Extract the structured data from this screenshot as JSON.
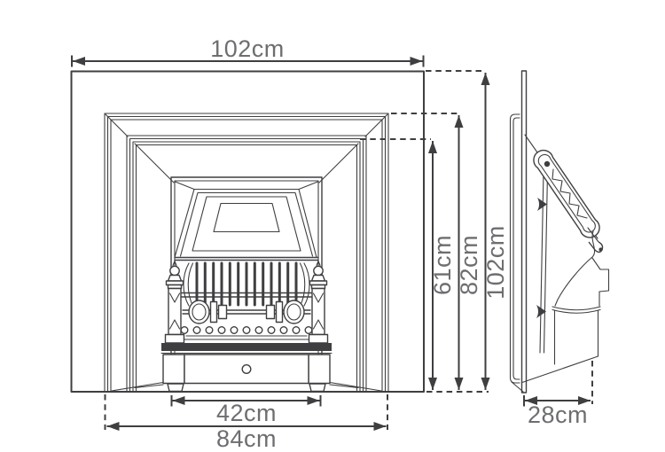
{
  "diagram": {
    "type": "fireplace-insert-dimension-drawing",
    "labels": {
      "overall_width": "102cm",
      "grate_width": "42cm",
      "base_width": "84cm",
      "opening_height": "61cm",
      "frame_height": "82cm",
      "overall_height": "102cm",
      "depth": "28cm"
    },
    "colors": {
      "line": "#3f3f42",
      "label": "#6d6e71",
      "background": "#ffffff"
    }
  }
}
